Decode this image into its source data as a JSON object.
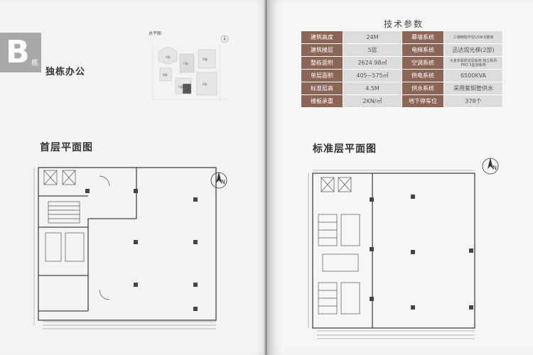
{
  "building": {
    "letter": "B",
    "suffix": "栋",
    "title": "独栋办公"
  },
  "site_map": {
    "label": "总平图",
    "buildings": [
      "A栋",
      "B栋",
      "C栋",
      "D栋",
      "E栋",
      "F栋"
    ]
  },
  "plans": {
    "ground": "首层平面图",
    "standard": "标准层平面图",
    "north": "N"
  },
  "specs": {
    "title": "技术参数",
    "rows": [
      {
        "k1": "建筑高度",
        "v1": "24M",
        "k2": "幕墙系统",
        "v2": "三银两腔中空LOW-E玻璃"
      },
      {
        "k1": "建筑楼层",
        "v1": "5层",
        "k2": "电梯系统",
        "v2": "迅达观光梯(2部)"
      },
      {
        "k1": "整栋面积",
        "v1": "2624.98㎡",
        "k2": "空调系统",
        "v2": "大金多联机空调系统 独立新风PM2.5监测系统"
      },
      {
        "k1": "单层面积",
        "v1": "405~575㎡",
        "k2": "供电系统",
        "v2": "6500KVA"
      },
      {
        "k1": "标准层高",
        "v1": "4.5M",
        "k2": "供水系统",
        "v2": "采用紫铜管供水"
      },
      {
        "k1": "楼板承重",
        "v1": "2KN/㎡",
        "k2": "地下停车位",
        "v2": "378个"
      }
    ]
  }
}
